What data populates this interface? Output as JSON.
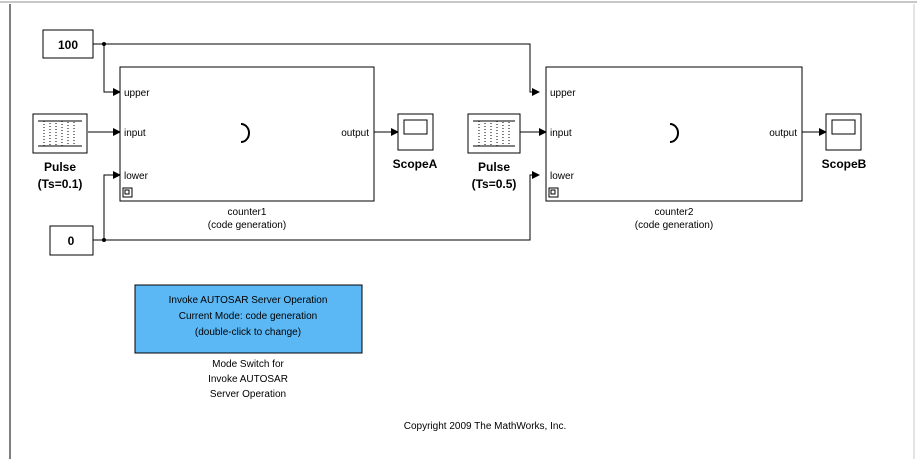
{
  "constants": {
    "upper_value": "100",
    "lower_value": "0"
  },
  "pulse1": {
    "title": "Pulse",
    "subtitle": "(Ts=0.1)"
  },
  "pulse2": {
    "title": "Pulse",
    "subtitle": "(Ts=0.5)"
  },
  "counter1": {
    "port_upper": "upper",
    "port_input": "input",
    "port_lower": "lower",
    "port_output": "output",
    "name": "counter1",
    "caption": "(code generation)"
  },
  "counter2": {
    "port_upper": "upper",
    "port_input": "input",
    "port_lower": "lower",
    "port_output": "output",
    "name": "counter2",
    "caption": "(code generation)"
  },
  "scopeA": {
    "label": "ScopeA"
  },
  "scopeB": {
    "label": "ScopeB"
  },
  "mode_switch": {
    "line1": "Invoke AUTOSAR Server Operation",
    "line2": "Current Mode: code generation",
    "line3": "(double-click to change)",
    "caption1": "Mode Switch for",
    "caption2": "Invoke AUTOSAR",
    "caption3": "Server Operation",
    "fill_color": "#5bb8f5"
  },
  "copyright": "Copyright 2009 The MathWorks, Inc.",
  "colors": {
    "background": "#ffffff",
    "frame_left": "#7f7f7f",
    "frame_top": "#c8c8c8",
    "line": "#000000"
  }
}
